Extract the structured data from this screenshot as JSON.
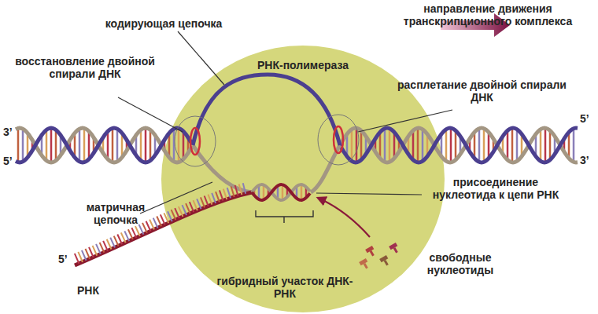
{
  "diagram": {
    "nodes": [
      {
        "text": [
          "РНК-полимераза"
        ]
      }
    ],
    "labels": [
      "кодирующая цепочка",
      "направление движения транскрипционного комплекса",
      "восстановление двойной спирали ДНК",
      "расплетание двойной спирали ДНК",
      "3’",
      "5’",
      "5’",
      "3’",
      "матричная цепочка",
      "присоединение нуклеотида к цепи РНК",
      "5’",
      "РНК",
      "свободные нуклеотиды",
      "гибридный участок ДНК-РНК"
    ]
  }
}
